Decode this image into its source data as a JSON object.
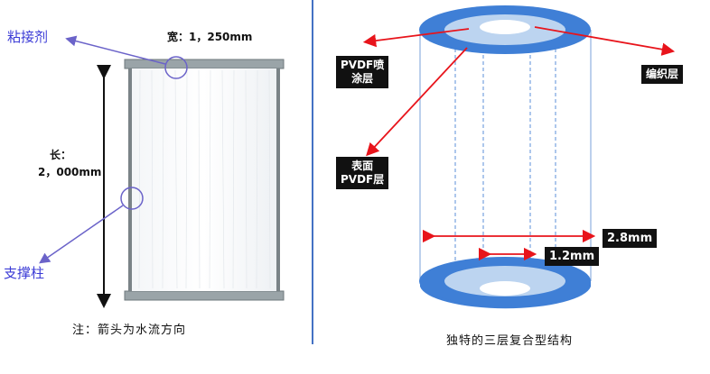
{
  "left": {
    "width_label": "宽：1，250mm",
    "length_label_line1": "长：",
    "length_label_line2": "2，000mm",
    "adhesive_label": "粘接剂",
    "support_label": "支撑柱",
    "note": "注：箭头为水流方向"
  },
  "right": {
    "pvdf_spray_line1": "PVDF喷",
    "pvdf_spray_line2": "涂层",
    "woven_layer": "编织层",
    "surface_line1": "表面",
    "surface_line2": "PVDF层",
    "outer_dim": "2.8mm",
    "inner_dim": "1.2mm",
    "caption": "独特的三层复合型结构"
  },
  "colors": {
    "divider": "#4472c4",
    "arrow_blue": "#6b63c9",
    "arrow_red": "#e8141b",
    "tube_blue": "#3f7fd6"
  }
}
